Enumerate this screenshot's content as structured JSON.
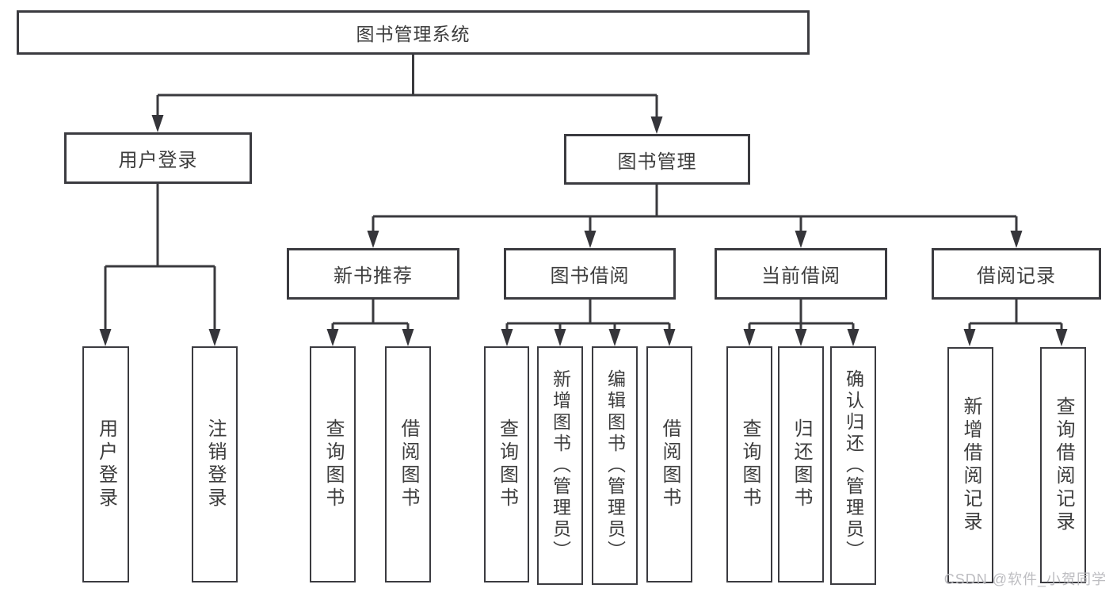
{
  "watermark": "CSDN @软件_小贺同学",
  "colors": {
    "line": "#3a3a3e",
    "border": "#3b3b40",
    "text": "#3d3d3d",
    "background": "#ffffff",
    "watermark": "#b9b9be"
  },
  "tree": {
    "root": "图书管理系统",
    "children": [
      {
        "label": "用户登录",
        "children": [
          {
            "label": "用户登录"
          },
          {
            "label": "注销登录"
          }
        ]
      },
      {
        "label": "图书管理",
        "children": [
          {
            "label": "新书推荐",
            "children": [
              {
                "label": "查询图书"
              },
              {
                "label": "借阅图书"
              }
            ]
          },
          {
            "label": "图书借阅",
            "children": [
              {
                "label": "查询图书"
              },
              {
                "label": "新增图书（管理员）"
              },
              {
                "label": "编辑图书（管理员）"
              },
              {
                "label": "借阅图书"
              }
            ]
          },
          {
            "label": "当前借阅",
            "children": [
              {
                "label": "查询图书"
              },
              {
                "label": "归还图书"
              },
              {
                "label": "确认归还（管理员）"
              }
            ]
          },
          {
            "label": "借阅记录",
            "children": [
              {
                "label": "新增借阅记录"
              },
              {
                "label": "查询借阅记录"
              }
            ]
          }
        ]
      }
    ]
  }
}
